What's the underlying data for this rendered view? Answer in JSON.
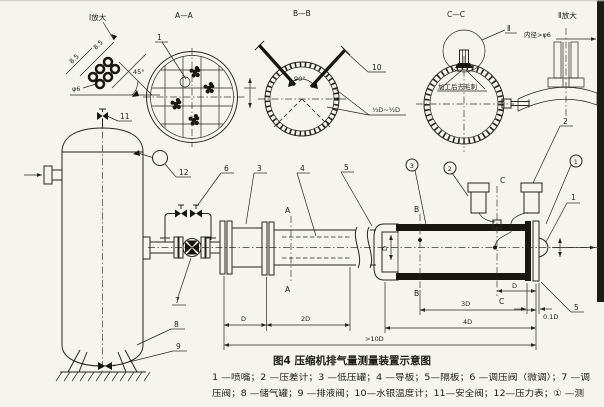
{
  "caption": {
    "title": "图4  压缩机排气量测量装置示意图",
    "line1": "1 —喷嘴；2 —压差计；3 —低压罐；4 —导板；5—隔板；6 —调压阀（微调）；7 —调",
    "line2": "压阀；8 —储气罐；9 —排液阀；10—水银温度计；11—安全阀；12—压力表；① —测"
  },
  "views": {
    "detail1": {
      "label": "Ⅰ放大",
      "dim_row1": "8.5",
      "dim_row2": "8.5",
      "dim_hole": "φ6",
      "dim_angle": "45°"
    },
    "aa": {
      "label": "A—A",
      "callout_nozzle": "1"
    },
    "bb": {
      "label": "B—B",
      "angle": "90°",
      "callout_thermo": "10",
      "depth": "⅓D~½D"
    },
    "cc": {
      "label": "C—C",
      "note": "加工后去毛刺",
      "detail_ref": "Ⅱ"
    },
    "detail2": {
      "label": "Ⅱ放大",
      "note": "内径>φ6"
    }
  },
  "callouts": {
    "nozzle": "1",
    "dp_gauge": "2",
    "lp_tank": "3",
    "guide_plate": "4",
    "baffle": "5",
    "baffle_end": "5",
    "fine_valve": "6",
    "reg_valve": "7",
    "air_tank": "8",
    "drain_valve": "9",
    "safety_valve": "11",
    "pressure_gauge": "12",
    "tap1": "1",
    "tap2": "2",
    "tap3": "3"
  },
  "sections": {
    "a": "A",
    "b": "B",
    "c": "C"
  },
  "dims": {
    "d": "D",
    "two_d": "2D",
    "ten_d": ">10D",
    "three_d": "3D",
    "four_d": "4D",
    "end_gap": "0.1D",
    "right_d": "D",
    "dia": "D"
  }
}
